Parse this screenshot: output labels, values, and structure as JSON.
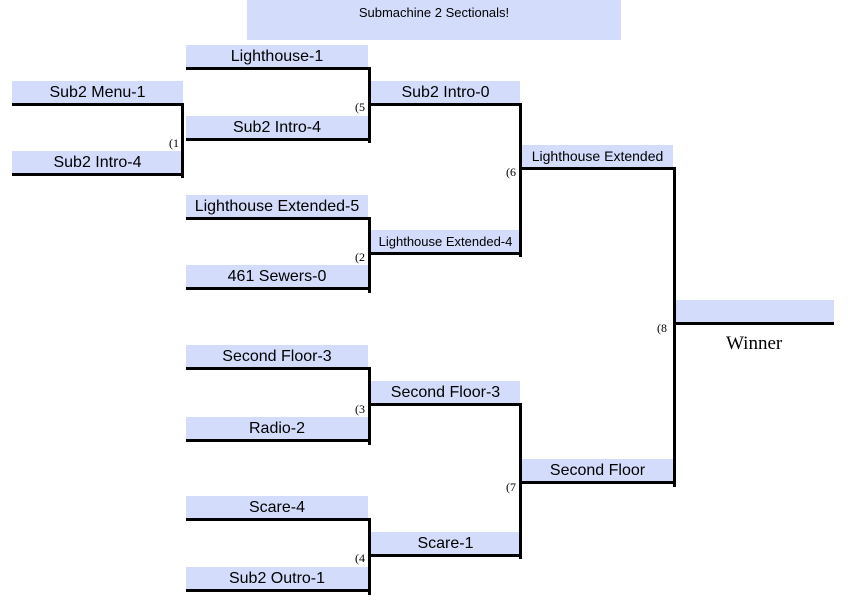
{
  "title": "Submachine 2 Sectionals!",
  "round0": {
    "sub2_menu": "Sub2 Menu-1",
    "sub2_intro": "Sub2 Intro-4"
  },
  "round1": {
    "lighthouse": "Lighthouse-1",
    "sub2_intro": "Sub2 Intro-4",
    "lighthouse_extended": "Lighthouse Extended-5",
    "sewers": "461 Sewers-0",
    "second_floor": "Second Floor-3",
    "radio": "Radio-2",
    "scare": "Scare-4",
    "sub2_outro": "Sub2 Outro-1"
  },
  "round2": {
    "sub2_intro": "Sub2 Intro-0",
    "lighthouse_extended": "Lighthouse Extended-4",
    "second_floor": "Second Floor-3",
    "scare": "Scare-1"
  },
  "round3": {
    "lighthouse_extended": "Lighthouse Extended",
    "second_floor": "Second Floor"
  },
  "final": {
    "champion": "",
    "winner_label": "Winner"
  },
  "match_numbers": [
    "(1",
    "(2",
    "(3",
    "(4",
    "(5",
    "(6",
    "(7",
    "(8"
  ]
}
